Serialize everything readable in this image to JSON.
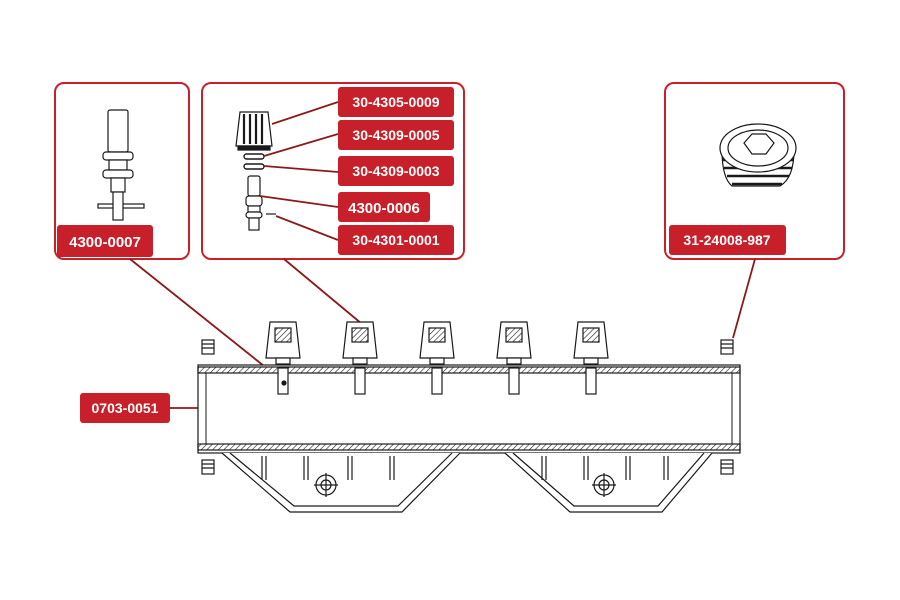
{
  "colors": {
    "accent": "#c8202b",
    "line": "#8b1a1a",
    "drawing": "#1a1a1a",
    "label_text": "#ffffff"
  },
  "labels": {
    "part_4300_0007": "4300-0007",
    "part_30_4305_0009": "30-4305-0009",
    "part_30_4309_0005": "30-4309-0005",
    "part_30_4309_0003": "30-4309-0003",
    "part_4300_0006": "4300-0006",
    "part_30_4301_0001": "30-4301-0001",
    "part_31_24008_987": "31-24008-987",
    "part_0703_0051": "0703-0051"
  },
  "icons": [
    "valve-stem-icon",
    "valve-knob-icon",
    "o-ring-icon",
    "valve-body-icon",
    "hex-socket-plug-icon",
    "manifold-pipe-icon"
  ]
}
